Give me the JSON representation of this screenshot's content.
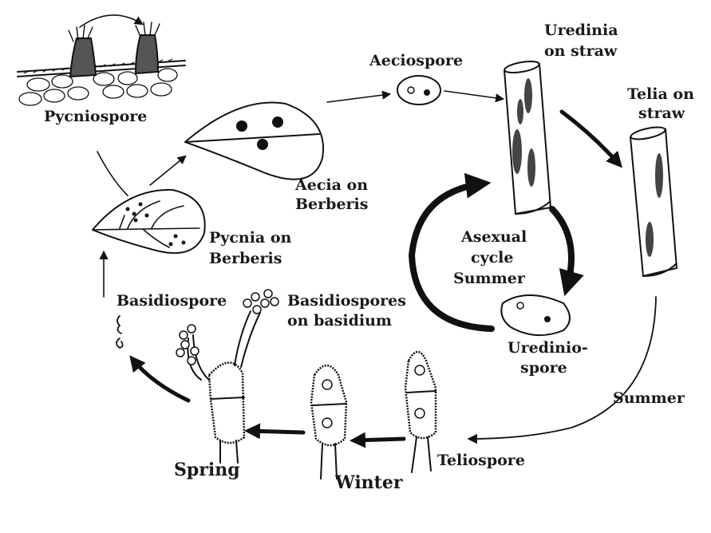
{
  "labels": {
    "pycniospore": "Pycniospore",
    "aeciospore": "Aeciospore",
    "uredinia_line1": "Uredinia",
    "uredinia_line2": "on straw",
    "telia_line1": "Telia on",
    "telia_line2": "straw",
    "aecia_line1": "Aecia on",
    "aecia_line2": "Berberis",
    "pycnia_line1": "Pycnia on",
    "pycnia_line2": "Berberis",
    "asexual_line1": "Asexual",
    "asexual_line2": "cycle",
    "asexual_line3": "Summer",
    "basidiospore": "Basidiospore",
    "basidiospores_line1": "Basidiospores",
    "basidiospores_line2": "on basidium",
    "urediniospore_line1": "Uredinio-",
    "urediniospore_line2": "spore",
    "summer": "Summer",
    "teliospore": "Teliospore",
    "spring": "Spring",
    "winter": "Winter"
  }
}
